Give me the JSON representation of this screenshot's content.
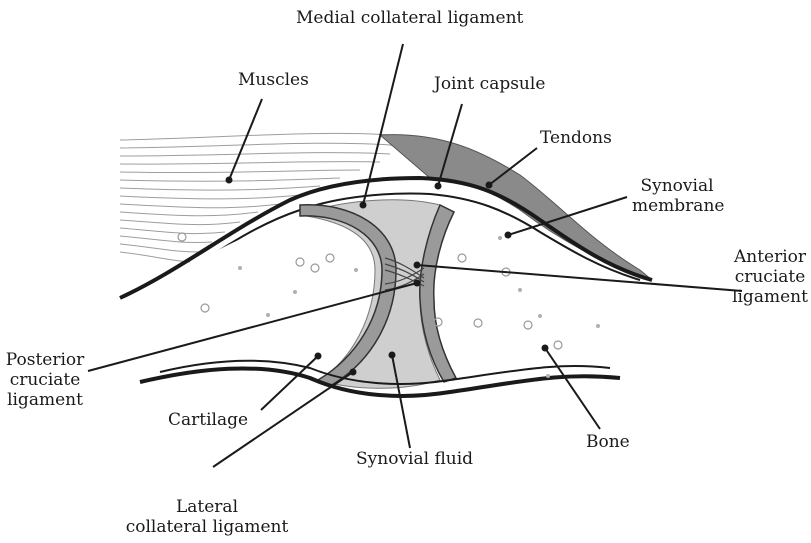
{
  "labels": {
    "medial_collateral_ligament": "Medial collateral ligament",
    "muscles": "Muscles",
    "joint_capsule": "Joint capsule",
    "tendons": "Tendons",
    "synovial_membrane_line1": "Synovial",
    "synovial_membrane_line2": "membrane",
    "anterior_cruciate_line1": "Anterior",
    "anterior_cruciate_line2": "cruciate",
    "anterior_cruciate_line3": "ligament",
    "posterior_cruciate_line1": "Posterior",
    "posterior_cruciate_line2": "cruciate",
    "posterior_cruciate_line3": "ligament",
    "cartilage": "Cartilage",
    "synovial_fluid": "Synovial fluid",
    "bone": "Bone",
    "lateral_collateral_line1": "Lateral",
    "lateral_collateral_line2": "collateral ligament"
  },
  "colors": {
    "ink": "#1a1a1a",
    "cartilage": "#9a9a9a",
    "cavity": "#cfcfcf",
    "muscle_fibers": "#9d9d9d",
    "tendon": "#8a8a8a",
    "bone_speckle": "#b0b0b0"
  }
}
